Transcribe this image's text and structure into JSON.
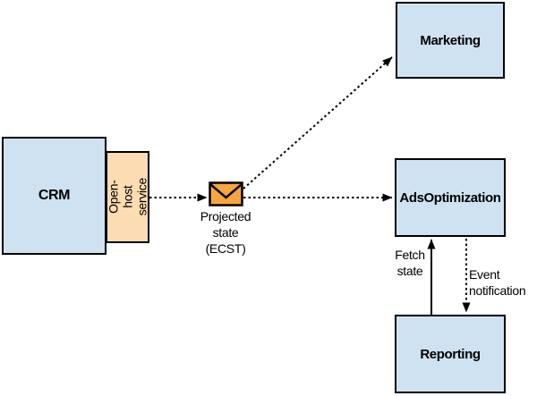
{
  "figure": {
    "type": "architecture-diagram",
    "nodes": {
      "crm": {
        "label": "CRM"
      },
      "open_host_service": {
        "label": "Open-host\nservice"
      },
      "marketing": {
        "label": "Marketing"
      },
      "ads_optimization": {
        "label": "AdsOptimization"
      },
      "reporting": {
        "label": "Reporting"
      }
    },
    "edge_labels": {
      "projected_state": "Projected\nstate\n(ECST)",
      "fetch_state": "Fetch\nstate",
      "event_notification": "Event\nnotification"
    },
    "icons": {
      "message": "envelope-icon"
    },
    "edges": [
      {
        "from": "open_host_service",
        "to": "message",
        "style": "dotted"
      },
      {
        "from": "message",
        "to": "marketing",
        "style": "dotted"
      },
      {
        "from": "message",
        "to": "ads_optimization",
        "style": "dotted"
      },
      {
        "from": "reporting",
        "to": "ads_optimization",
        "style": "solid",
        "label": "Fetch state"
      },
      {
        "from": "ads_optimization",
        "to": "reporting",
        "style": "dotted",
        "label": "Event notification"
      }
    ]
  },
  "colors": {
    "node_fill": "#cfe2f1",
    "open_host_fill": "#fcdcb2",
    "envelope_fill": "#f7a541",
    "line_color": "#000000",
    "background": "#ffffff"
  }
}
